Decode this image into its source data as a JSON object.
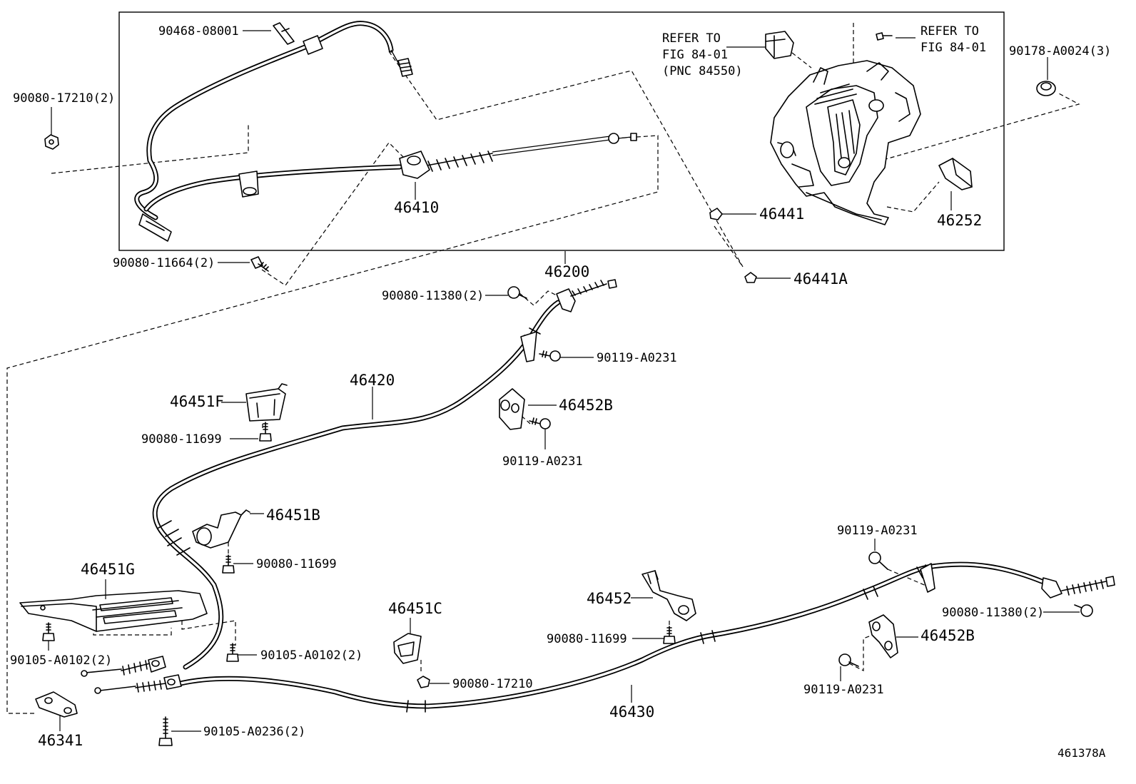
{
  "diagram_id": "461378A",
  "labels": {
    "p90468_08001": "90468-08001",
    "p90080_17210_2": "90080-17210(2)",
    "p46410": "46410",
    "p90080_11664_2": "90080-11664(2)",
    "p46200": "46200",
    "refer_left_1": "REFER TO",
    "refer_left_2": "FIG 84-01",
    "refer_left_3": "(PNC 84550)",
    "refer_right_1": "REFER TO",
    "refer_right_2": "FIG 84-01",
    "p90178_A0024_3": "90178-A0024(3)",
    "p46441": "46441",
    "p46252": "46252",
    "p46441A": "46441A",
    "p90080_11380_2_top": "90080-11380(2)",
    "p90119_A0231_a": "90119-A0231",
    "p46420": "46420",
    "p46451F": "46451F",
    "p46452B_top": "46452B",
    "p90080_11699_a": "90080-11699",
    "p90119_A0231_b": "90119-A0231",
    "p46451B": "46451B",
    "p90080_11699_b": "90080-11699",
    "p46451G": "46451G",
    "p90105_A0102_2_left": "90105-A0102(2)",
    "p90105_A0102_2_mid": "90105-A0102(2)",
    "p46451C": "46451C",
    "p90080_17210": "90080-17210",
    "p46452": "46452",
    "p90080_11699_c": "90080-11699",
    "p90119_A0231_c": "90119-A0231",
    "p90080_11380_2_right": "90080-11380(2)",
    "p46452B_bottom": "46452B",
    "p90119_A0231_d": "90119-A0231",
    "p46430": "46430",
    "p46341": "46341",
    "p90105_A0236_2": "90105-A0236(2)"
  }
}
